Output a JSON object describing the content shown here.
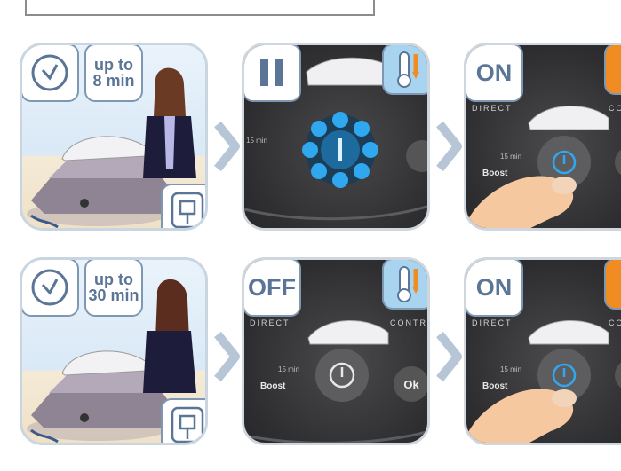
{
  "row1": {
    "duration_label": "up to\n8 min",
    "duration_line1": "up to",
    "duration_line2": "8 min",
    "state_mid": "pause",
    "state_right": "ON"
  },
  "row2": {
    "duration_line1": "up to",
    "duration_line2": "30 min",
    "state_mid": "OFF",
    "state_right": "ON"
  },
  "panel_text": {
    "direct": "DIRECT",
    "control": "CONTR",
    "control_right": "CO",
    "boost": "Boost",
    "min15": "15 min",
    "ok": "Ok"
  },
  "colors": {
    "tile_border": "#7e97b3",
    "tile_text": "#5a7596",
    "thermo_bg": "#a9d4ef",
    "orange_tile": "#f08c22",
    "glow_blue": "#2fa8ef"
  }
}
